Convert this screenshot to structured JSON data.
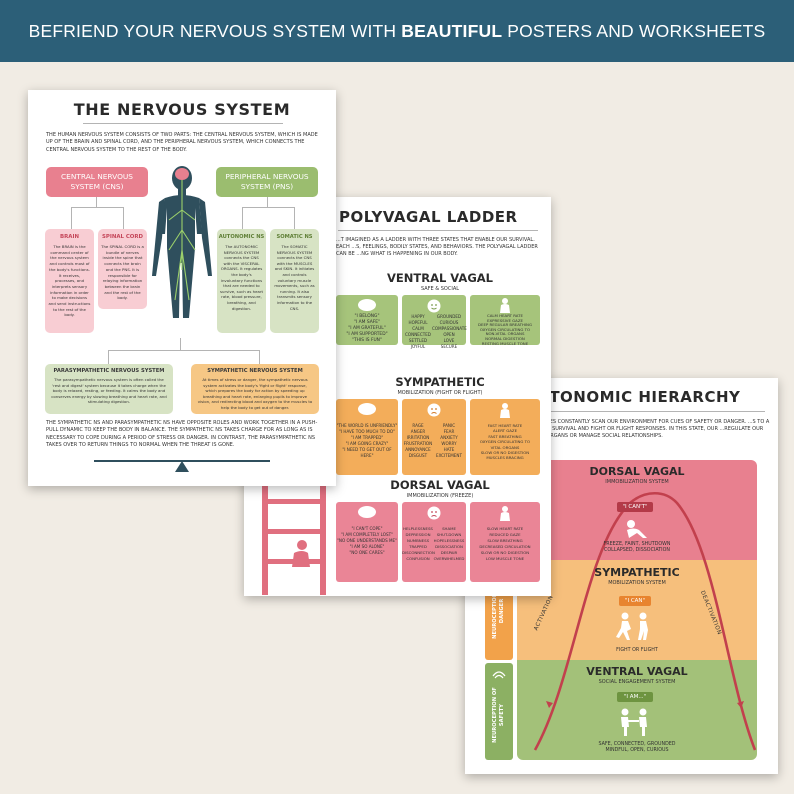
{
  "banner": {
    "pre": "BEFRIEND YOUR NERVOUS SYSTEM WITH",
    "bold": "BEAUTIFUL",
    "post": "POSTERS AND WORKSHEETS"
  },
  "colors": {
    "banner": "#2c5f78",
    "background": "#f1ece4",
    "pink": "#e8808f",
    "green": "#9bbd6f",
    "orange": "#f2a24a"
  },
  "sheet1": {
    "title": "THE NERVOUS SYSTEM",
    "intro": "THE HUMAN NERVOUS SYSTEM CONSISTS OF TWO PARTS: THE CENTRAL NERVOUS SYSTEM, WHICH IS MADE UP OF THE BRAIN AND SPINAL CORD, AND THE PERIPHERAL NERVOUS SYSTEM, WHICH CONNECTS THE CENTRAL NERVOUS SYSTEM TO THE REST OF THE BODY.",
    "cns": "CENTRAL NERVOUS SYSTEM (CNS)",
    "pns": "PERIPHERAL NERVOUS SYSTEM (PNS)",
    "brain_title": "BRAIN",
    "brain_text": "The BRAIN is the command center of the nervous system and controls most of the body's functions. It receives, processes, and interprets sensory information in order to make decisions and send instructions to the rest of the body.",
    "cord_title": "SPINAL CORD",
    "cord_text": "The SPINAL CORD is a bundle of nerves inside the spine that connects the brain and the PNS. It is responsible for relaying information between the brain and the rest of the body.",
    "autonomic_title": "AUTONOMIC NS",
    "autonomic_text": "The AUTONOMIC NERVOUS SYSTEM connects the CNS with the VISCERAL ORGANS. It regulates the body's involuntary functions that are needed to survive, such as heart rate, blood pressure, breathing, and digestion.",
    "somatic_title": "SOMATIC NS",
    "somatic_text": "The SOMATIC NERVOUS SYSTEM connects the CNS with the MUSCLES and SKIN. It initiates and controls voluntary muscle movements, such as running. It also transmits sensory information to the CNS.",
    "para_title": "PARASYMPATHETIC NERVOUS SYSTEM",
    "para_text": "The parasympathetic nervous system is often called the 'rest and digest' system because it takes charge when the body is relaxed, resting, or feeding. It calms the body and conserves energy by slowing breathing and heart rate, and stimulating digestion.",
    "symp_title": "SYMPATHETIC NERVOUS SYSTEM",
    "symp_text": "At times of stress or danger, the sympathetic nervous system activates the body's 'fight or flight' response, which prepares the body for action by speeding up breathing and heart rate, enlarging pupils to improve vision, and redirecting blood and oxygen to the muscles to help the body to get out of danger.",
    "footer": "THE SYMPATHETIC NS AND PARASYMPATHETIC NS HAVE OPPOSITE ROLES AND WORK TOGETHER IN A PUSH-PULL DYNAMIC TO KEEP THE BODY IN BALANCE. THE SYMPATHETIC NS TAKES CHARGE FOR AS LONG AS IS NECESSARY TO COPE DURING A PERIOD OF STRESS OR DANGER. IN CONTRAST, THE PARASYMPATHETIC NS TAKES OVER TO RETURN THINGS TO NORMAL WHEN THE THREAT IS GONE."
  },
  "sheet2": {
    "title": "POLYVAGAL LADDER",
    "intro": "...T IMAGINED AS A LADDER WITH THREE STATES THAT ENABLE OUR SURVIVAL. EACH ...S, FEELINGS, BODILY STATES, AND BEHAVIORS. THE POLYVAGAL LADDER CAN BE ...NG WHAT IS HAPPENING IN OUR BODY.",
    "ventral_title": "VENTRAL VAGAL",
    "ventral_sub": "SAFE & SOCIAL",
    "ventral_thoughts": "\"I BELONG\"\n\"I AM SAFE\"\n\"I AM GRATEFUL\"\n\"I AM SUPPORTED\"\n\"THIS IS FUN\"",
    "ventral_feel1": "HAPPY\nHOPEFUL\nCALM\nCONNECTED\nSETTLED\nJOYFUL",
    "ventral_feel2": "GROUNDED\nCURIOUS\nCOMPASSIONATE\nOPEN\nLOVE\nSECURE",
    "ventral_body": "CALM HEART RATE\nEXPRESSIVE GAZE\nDEEP REGULAR BREATHING\nOXYGEN CIRCULATING TO\nNON-VITAL ORGANS\nNORMAL DIGESTION\nRESTING MUSCLE TONE",
    "symp_title": "SYMPATHETIC",
    "symp_sub": "MOBILIZATION (FIGHT OR FLIGHT)",
    "symp_thoughts": "\"THE WORLD IS UNFRIENDLY\"\n\"I HAVE TOO MUCH TO DO\"\n\"I AM TRAPPED\"\n\"I AM GOING CRAZY\"\n\"I NEED TO GET OUT OF HERE\"",
    "symp_feel1": "RAGE\nANGER\nIRRITATION\nFRUSTRATION\nANNOYANCE\nDISGUST",
    "symp_feel2": "PANIC\nFEAR\nANXIETY\nWORRY\nHATE\nEXCITEMENT",
    "symp_body": "FAST HEART RATE\nALERT GAZE\nFAST BREATHING\nOXYGEN CIRCULATING TO\nVITAL ORGANS\nSLOW OR NO DIGESTION\nMUSCLES BRACING",
    "dorsal_title": "DORSAL VAGAL",
    "dorsal_sub": "IMMOBILIZATION (FREEZE)",
    "dorsal_thoughts": "\"I CAN'T COPE\"\n\"I AM COMPLETELY LOST\"\n\"NO ONE UNDERSTANDS ME\"\n\"I AM SO ALONE\"\n\"NO ONE CARES\"",
    "dorsal_feel1": "HELPLESSNESS\nDEPRESSION\nNUMBNESS\nTRAPPED\nDISCONNECTION\nCONFUSION",
    "dorsal_feel2": "SHAME\nSHUT-DOWN\nHOPELESSNESS\nDISSOCIATION\nDESPAIR\nOVERWHELMED",
    "dorsal_body": "SLOW HEART RATE\nREDUCED GAZE\nSLOW BREATHING\nDECREASED CIRCULATION\nSLOW OR NO DIGESTION\nLOW MUSCLE TONE"
  },
  "sheet3": {
    "title": "AUTONOMIC HIERARCHY",
    "intro": "...E SENSES CONSTANTLY SCAN OUR ENVIRONMENT FOR CUES OF SAFETY OR DANGER. ...S TO A STATE OF SURVIVAL AND FIGHT OR FLIGHT RESPONSES. IN THIS STATE, OUR ...REGULATE OUR BODILY ORGANS OR MANAGE SOCIAL RELATIONSHIPS.",
    "dorsal_title": "DORSAL VAGAL",
    "dorsal_sub": "IMMOBILIZATION SYSTEM",
    "dorsal_quote": "\"I CAN'T\"",
    "dorsal_desc": "FREEZE, FAINT, SHUTDOWN\nCOLLAPSED, DISSOCIATION",
    "symp_title": "SYMPATHETIC",
    "symp_sub": "MOBILIZATION SYSTEM",
    "symp_quote": "\"I CAN\"",
    "symp_desc": "FIGHT OR FLIGHT",
    "ventral_title": "VENTRAL VAGAL",
    "ventral_sub": "SOCIAL ENGAGEMENT SYSTEM",
    "ventral_quote": "\"I AM...\"",
    "ventral_desc": "SAFE, CONNECTED, GROUNDED\nMINDFUL, OPEN, CURIOUS",
    "activation": "ACTIVATION",
    "deactivation": "DEACTIVATION",
    "danger_label": "NEUROCEPTION OF\nDANGER",
    "safety_label": "NEUROCEPTION OF\nSAFETY"
  }
}
